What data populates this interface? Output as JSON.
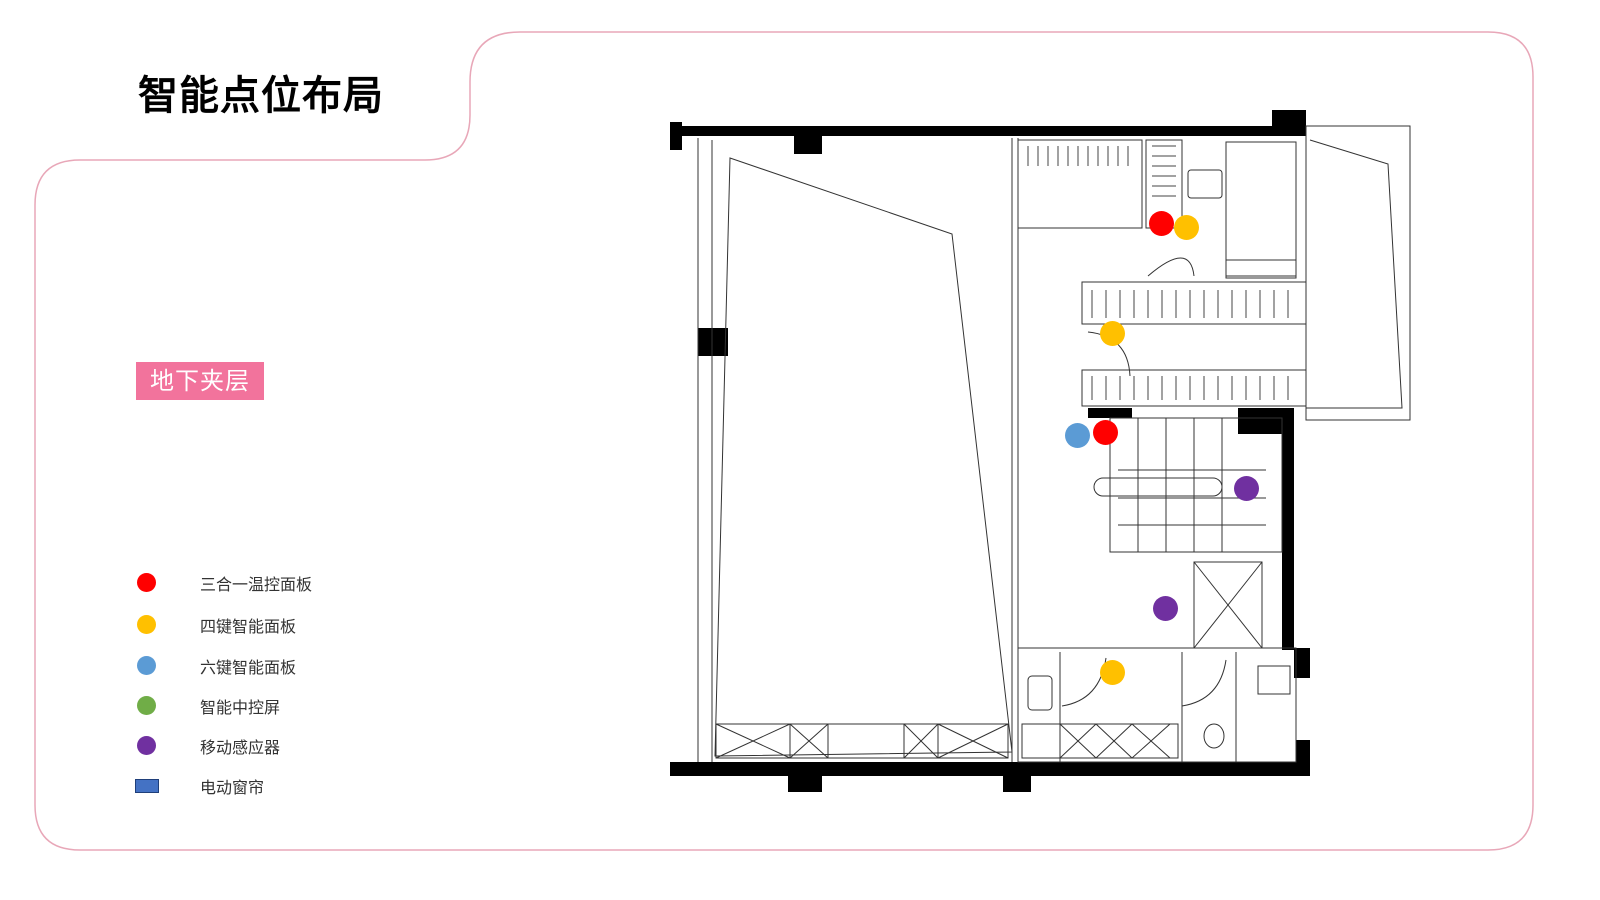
{
  "title": "智能点位布局",
  "floor_label": "地下夹层",
  "colors": {
    "accent_pink": "#f2739c",
    "frame_pink": "#e8a7b8",
    "wall": "#000000",
    "red": "#ff0000",
    "yellow": "#ffc000",
    "blue": "#5b9bd5",
    "green": "#70ad47",
    "purple": "#7030a0",
    "curtain_blue": "#4472c4"
  },
  "legend": [
    {
      "label": "三合一温控面板",
      "shape": "circle",
      "color": "#ff0000"
    },
    {
      "label": "四键智能面板",
      "shape": "circle",
      "color": "#ffc000"
    },
    {
      "label": "六键智能面板",
      "shape": "circle",
      "color": "#5b9bd5"
    },
    {
      "label": "智能中控屏",
      "shape": "circle",
      "color": "#70ad47"
    },
    {
      "label": "移动感应器",
      "shape": "circle",
      "color": "#7030a0"
    },
    {
      "label": "电动窗帘",
      "shape": "rect",
      "color": "#4472c4"
    }
  ],
  "plan": {
    "markers": [
      {
        "type": "三合一温控面板",
        "color": "#ff0000"
      },
      {
        "type": "四键智能面板",
        "color": "#ffc000"
      },
      {
        "type": "四键智能面板",
        "color": "#ffc000"
      },
      {
        "type": "六键智能面板",
        "color": "#5b9bd5"
      },
      {
        "type": "三合一温控面板",
        "color": "#ff0000"
      },
      {
        "type": "移动感应器",
        "color": "#7030a0"
      },
      {
        "type": "移动感应器",
        "color": "#7030a0"
      },
      {
        "type": "四键智能面板",
        "color": "#ffc000"
      }
    ]
  }
}
